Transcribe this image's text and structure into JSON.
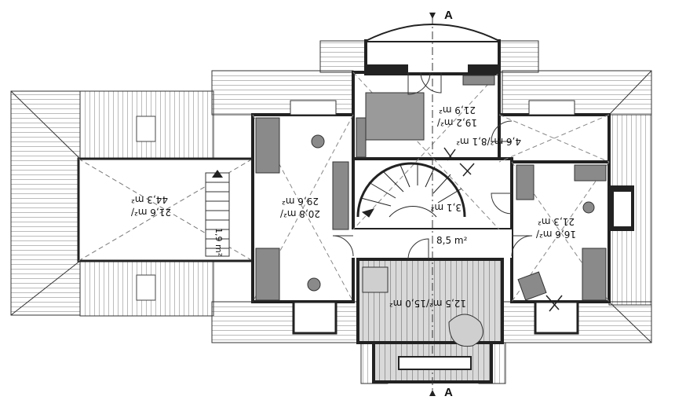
{
  "section_marker": {
    "top": "A",
    "bottom": "A"
  },
  "rooms": {
    "left_attic": {
      "line1": "21,6 m²/",
      "line2": "44,3 m²"
    },
    "stair_note": "1,9 m²",
    "hall": {
      "line1": "20,8 m²/",
      "line2": "29,6 m²"
    },
    "bedroom_main": {
      "line1": "19,2 m²/",
      "line2": "21,9 m²"
    },
    "right_small": "4,6 m²/8,1 m²",
    "staircase": "3,1 m²",
    "right_bedroom": {
      "line1": "16,6 m²/",
      "line2": "21,3 m²"
    },
    "landing": "8,5 m²",
    "bathroom": "12,5 m²/15,0 m²"
  },
  "colors": {
    "wall": "#222222",
    "roof_line": "#444444",
    "window": "#6e6e6e",
    "furniture": "#8a8a8a",
    "bath_stripe": "#b5b5b5"
  }
}
